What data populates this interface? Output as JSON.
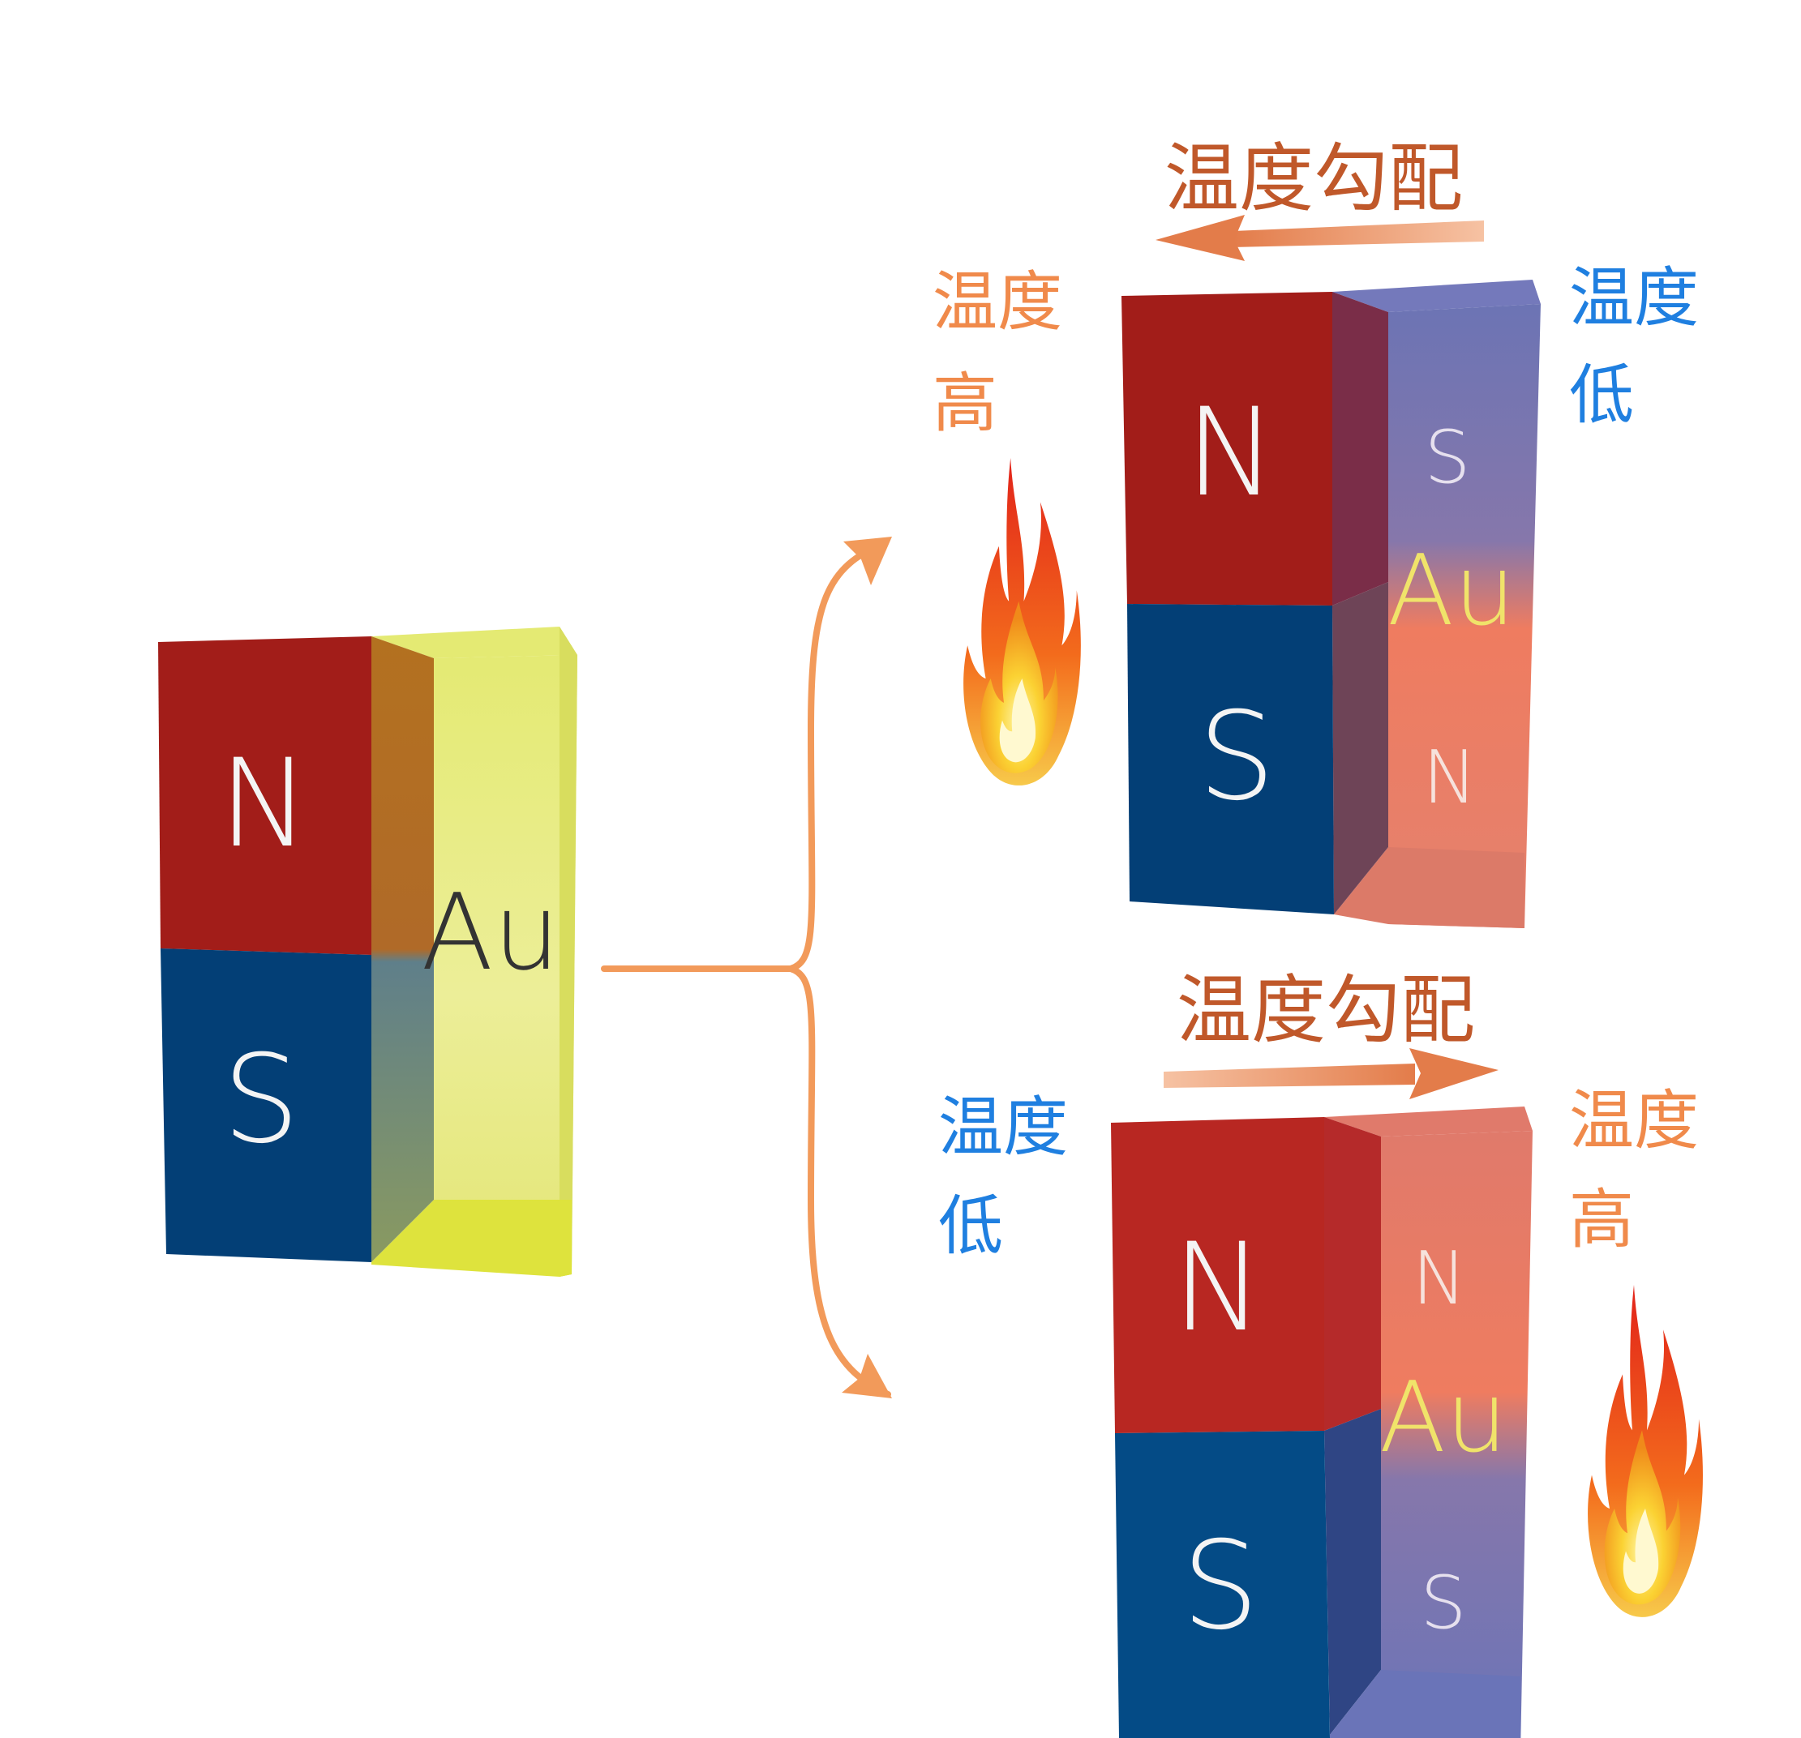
{
  "left_magnet": {
    "north_label": "N",
    "south_label": "S",
    "film_label": "Au"
  },
  "top_right": {
    "gradient_label": "温度勾配",
    "hot_label_line1": "温度",
    "hot_label_line2": "高",
    "cold_label_line1": "温度",
    "cold_label_line2": "低",
    "north_label": "N",
    "south_label": "S",
    "film_label": "Au",
    "induced_top": "S",
    "induced_bottom": "N"
  },
  "bottom_right": {
    "gradient_label": "温度勾配",
    "cold_label_line1": "温度",
    "cold_label_line2": "低",
    "hot_label_line1": "温度",
    "hot_label_line2": "高",
    "north_label": "N",
    "south_label": "S",
    "film_label": "Au",
    "induced_top": "N",
    "induced_bottom": "S"
  },
  "colors": {
    "north": "#a21d19",
    "south": "#033f76",
    "gold_film": "#e7ec74",
    "hot": "#f0785e",
    "cold": "#6c74b4",
    "arrow": "#f29a5a",
    "gradient_text": "#c0582a",
    "hot_text": "#f08a4b",
    "cold_text": "#1f7fe0",
    "au_text_dark": "#333333",
    "au_text_light": "#f0e36a"
  },
  "icons": [
    "flame-icon",
    "flame-icon"
  ]
}
